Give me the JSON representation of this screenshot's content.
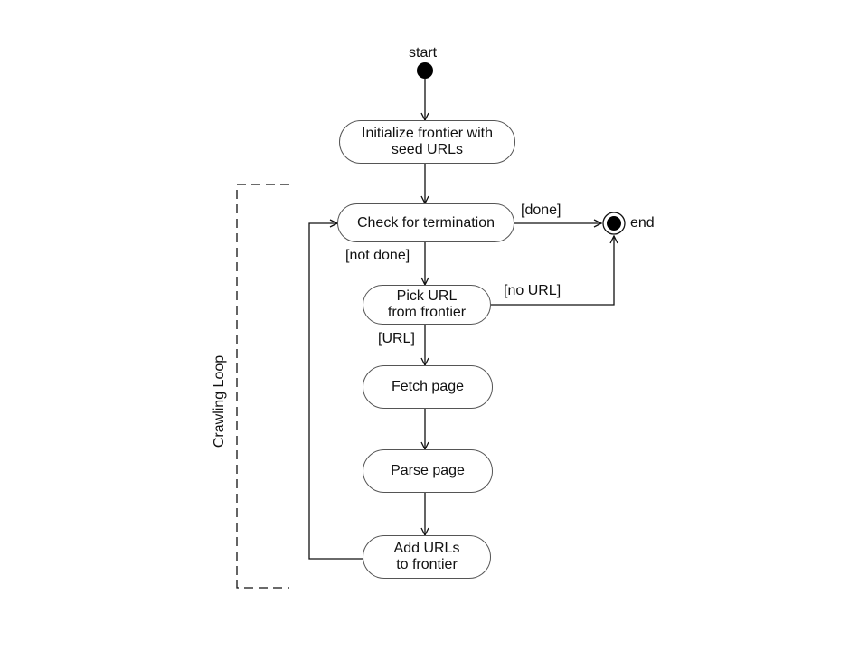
{
  "diagram": {
    "start_label": "start",
    "end_label": "end",
    "loop_label": "Crawling Loop",
    "nodes": {
      "init": {
        "line1": "Initialize frontier with",
        "line2": "seed URLs"
      },
      "check": {
        "line1": "Check for termination"
      },
      "pick": {
        "line1": "Pick URL",
        "line2": "from frontier"
      },
      "fetch": {
        "line1": "Fetch page"
      },
      "parse": {
        "line1": "Parse page"
      },
      "add": {
        "line1": "Add URLs",
        "line2": "to frontier"
      }
    },
    "guards": {
      "done": "[done]",
      "not_done": "[not done]",
      "no_url": "[no URL]",
      "url": "[URL]"
    },
    "colors": {
      "line": "#111111",
      "node_border": "#555555",
      "node_fill": "#ffffff"
    }
  }
}
